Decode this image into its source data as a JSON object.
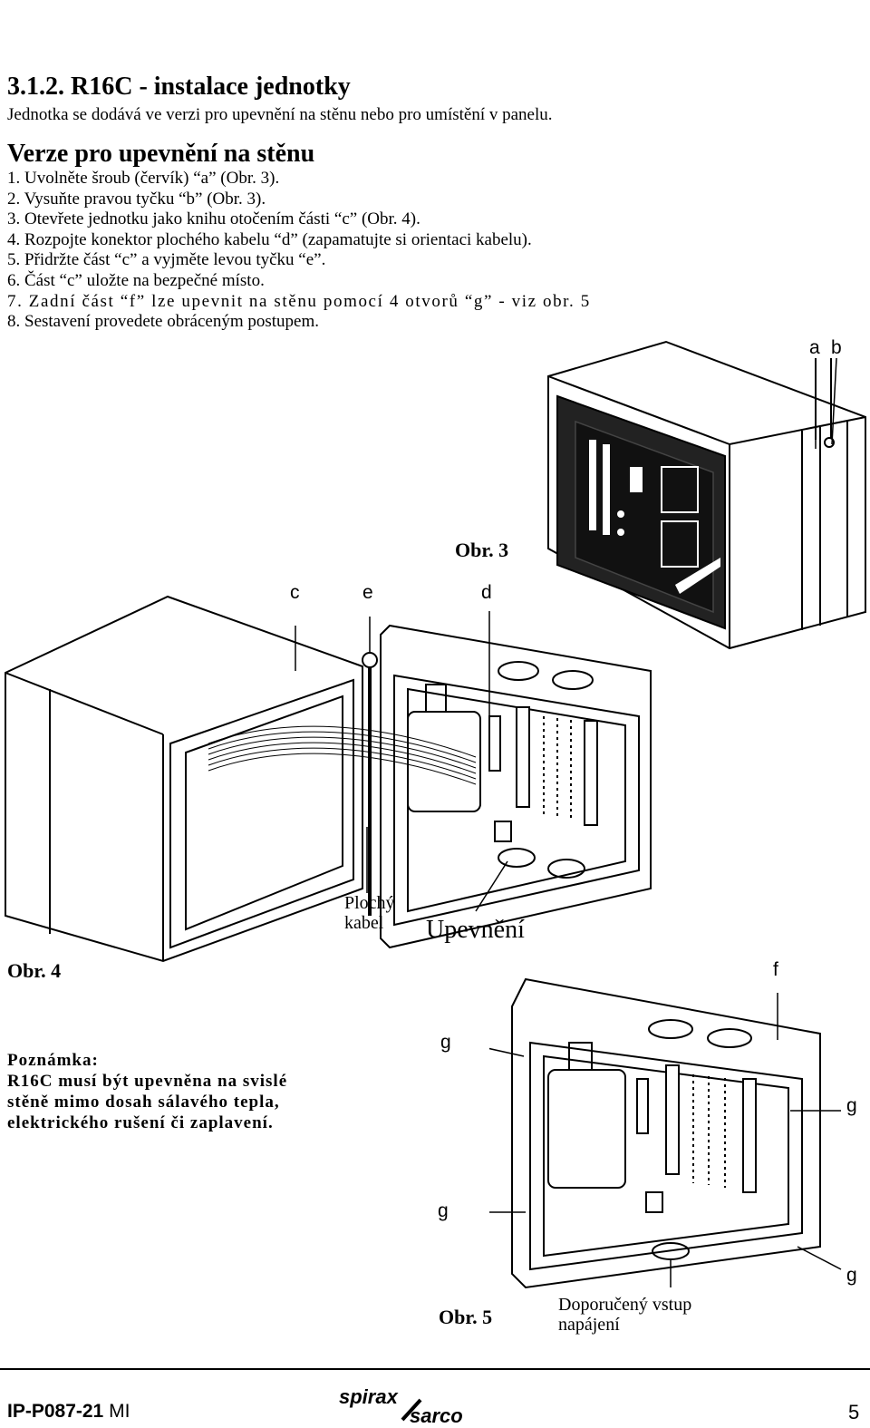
{
  "section": {
    "title": "3.1.2. R16C - instalace jednotky",
    "intro": "Jednotka se dodává ve verzi pro upevnění na stěnu nebo pro umístění v panelu."
  },
  "wall_mount": {
    "title": "Verze pro upevnění na stěnu",
    "steps": [
      "1. Uvolněte šroub (červík) “a” (Obr. 3).",
      "2. Vysuňte pravou tyčku “b” (Obr. 3).",
      "3. Otevřete jednotku jako knihu otočením části “c” (Obr. 4).",
      "4. Rozpojte konektor plochého kabelu “d” (zapamatujte si orientaci kabelu).",
      "5. Přidržte část “c” a vyjměte levou tyčku “e”.",
      "6. Část “c” uložte na bezpečné místo.",
      "7. Zadní část “f” lze upevnit na stěnu pomocí 4 otvorů “g” - viz obr. 5",
      "8. Sestavení provedete obráceným postupem."
    ]
  },
  "figures": {
    "fig3": {
      "label": "Obr. 3",
      "callouts": [
        "a",
        "b"
      ]
    },
    "fig4": {
      "label": "Obr. 4",
      "callouts": [
        "c",
        "e",
        "d"
      ],
      "captions": {
        "flat_cable": [
          "Plochý",
          "kabel"
        ],
        "mounting": "Upevnění"
      }
    },
    "fig5": {
      "label": "Obr. 5",
      "callouts": [
        "f",
        "g",
        "g",
        "g",
        "g"
      ],
      "caption": [
        "Doporučený vstup",
        "napájení"
      ]
    }
  },
  "note": {
    "heading": "Poznámka:",
    "lines": [
      "R16C musí být upevněna na svislé",
      "stěně mimo dosah sálavého tepla,",
      "elektrického rušení či zaplavení."
    ]
  },
  "footer": {
    "doc_code": "IP-P087-21",
    "doc_suffix": "MI",
    "logo_top": "spirax",
    "logo_bottom": "sarco",
    "page_number": "5"
  }
}
